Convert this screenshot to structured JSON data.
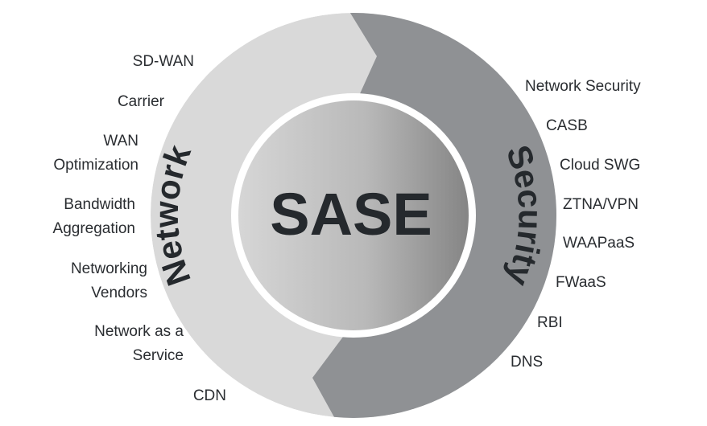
{
  "center": {
    "label": "SASE"
  },
  "ring": {
    "left_label": "Network",
    "right_label": "Security"
  },
  "network_items": [
    {
      "lines": [
        "SD-WAN"
      ]
    },
    {
      "lines": [
        "Carrier"
      ]
    },
    {
      "lines": [
        "WAN",
        "Optimization"
      ]
    },
    {
      "lines": [
        "Bandwidth",
        "Aggregation"
      ]
    },
    {
      "lines": [
        "Networking",
        "Vendors"
      ]
    },
    {
      "lines": [
        "Network as a",
        "Service"
      ]
    },
    {
      "lines": [
        "CDN"
      ]
    }
  ],
  "security_items": [
    "Network Security",
    "CASB",
    "Cloud SWG",
    "ZTNA/VPN",
    "WAAPaaS",
    "FWaaS",
    "RBI",
    "DNS"
  ],
  "colors": {
    "network_ring": "#d9d9d9",
    "security_ring": "#8f9194",
    "center_light": "#d4d4d4",
    "center_dark": "#8c8c8c",
    "text_dark": "#2a2d31"
  }
}
